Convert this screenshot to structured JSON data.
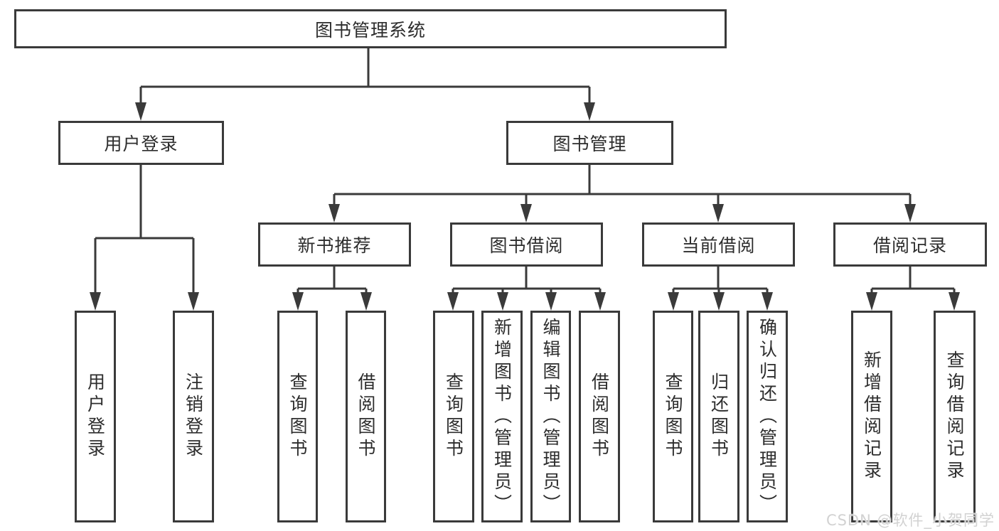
{
  "colors": {
    "background": "#ffffff",
    "line": "#3a3a3a",
    "box_border": "#3a3a3a",
    "text": "#2d2d2d",
    "watermark": "#d2d2d2"
  },
  "tree": {
    "root": "图书管理系统",
    "branches": [
      {
        "label": "用户登录",
        "children": [
          {
            "label": "用户登录"
          },
          {
            "label": "注销登录"
          }
        ]
      },
      {
        "label": "图书管理",
        "children": [
          {
            "label": "新书推荐",
            "children": [
              {
                "label": "查询图书"
              },
              {
                "label": "借阅图书"
              }
            ]
          },
          {
            "label": "图书借阅",
            "children": [
              {
                "label": "查询图书"
              },
              {
                "label": "新增图书（管理员）"
              },
              {
                "label": "编辑图书（管理员）"
              },
              {
                "label": "借阅图书"
              }
            ]
          },
          {
            "label": "当前借阅",
            "children": [
              {
                "label": "查询图书"
              },
              {
                "label": "归还图书"
              },
              {
                "label": "确认归还（管理员）"
              }
            ]
          },
          {
            "label": "借阅记录",
            "children": [
              {
                "label": "新增借阅记录"
              },
              {
                "label": "查询借阅记录"
              }
            ]
          }
        ]
      }
    ]
  },
  "watermark": "CSDN @软件_小贺同学"
}
